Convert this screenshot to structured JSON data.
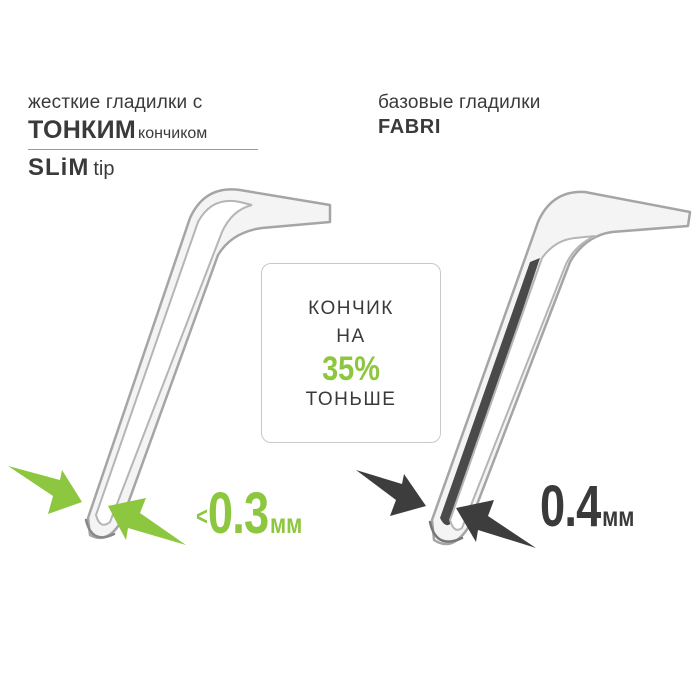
{
  "left": {
    "line1": "жесткие гладилки с",
    "bold_word": "ТОНКИМ",
    "small_word": "кончиком",
    "brand": "SLiM",
    "tip": "tip",
    "measurement": {
      "prefix": "<",
      "value": "0.3",
      "unit": "мм"
    }
  },
  "right": {
    "line1": "базовые гладилки",
    "brand": "FABRI",
    "measurement": {
      "value": "0.4",
      "unit": "мм"
    }
  },
  "callout": {
    "line1": "КОНЧИК",
    "line2": "НА",
    "percent": "35%",
    "line3": "ТОНЬШЕ"
  },
  "colors": {
    "accent_green": "#8dc63f",
    "dark_gray": "#3a3a3a",
    "arrow_dark": "#3d3d3d",
    "tool_outline": "#9a9a9a"
  }
}
